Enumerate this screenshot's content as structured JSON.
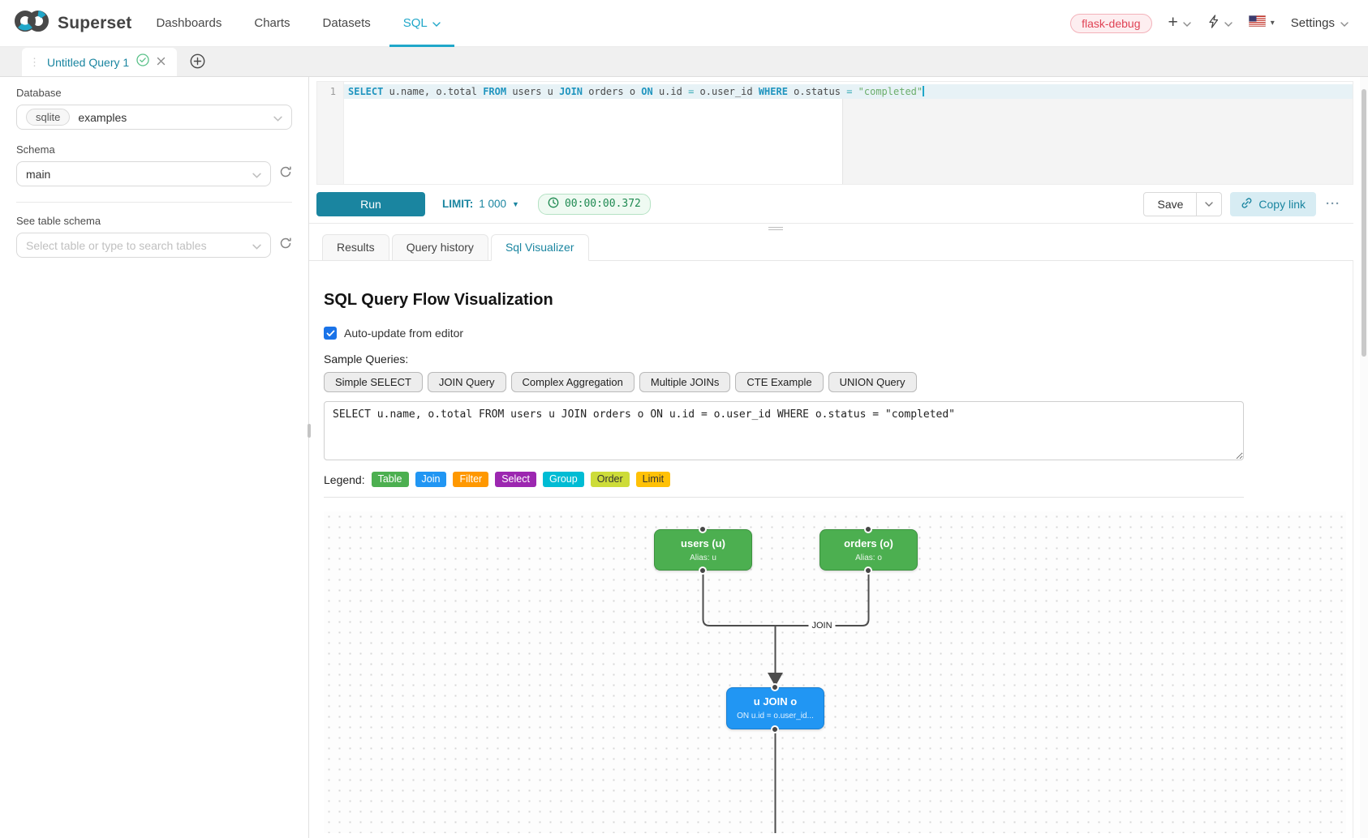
{
  "navbar": {
    "brand": "Superset",
    "items": [
      {
        "label": "Dashboards"
      },
      {
        "label": "Charts"
      },
      {
        "label": "Datasets"
      },
      {
        "label": "SQL"
      }
    ],
    "environment_badge": "flask-debug",
    "settings_label": "Settings"
  },
  "tabs_strip": {
    "active_tab": "Untitled Query 1"
  },
  "sidebar": {
    "database_label": "Database",
    "database_engine": "sqlite",
    "database_value": "examples",
    "schema_label": "Schema",
    "schema_value": "main",
    "table_label": "See table schema",
    "table_placeholder": "Select table or type to search tables"
  },
  "editor": {
    "line_number": "1",
    "tokens": [
      {
        "text": "SELECT",
        "type": "kw"
      },
      {
        "text": " u.name, o.total ",
        "type": "plain"
      },
      {
        "text": "FROM",
        "type": "kw"
      },
      {
        "text": " users u ",
        "type": "plain"
      },
      {
        "text": "JOIN",
        "type": "kw"
      },
      {
        "text": " orders o ",
        "type": "plain"
      },
      {
        "text": "ON",
        "type": "kw"
      },
      {
        "text": " u.id ",
        "type": "plain"
      },
      {
        "text": "=",
        "type": "op"
      },
      {
        "text": " o.user_id ",
        "type": "plain"
      },
      {
        "text": "WHERE",
        "type": "kw"
      },
      {
        "text": " o.status ",
        "type": "plain"
      },
      {
        "text": "=",
        "type": "op"
      },
      {
        "text": " ",
        "type": "plain"
      },
      {
        "text": "\"completed\"",
        "type": "str"
      }
    ]
  },
  "toolbar": {
    "run_label": "Run",
    "limit_label": "LIMIT:",
    "limit_value": "1 000",
    "timer": "00:00:00.372",
    "save_label": "Save",
    "copy_link_label": "Copy link",
    "more_label": "···"
  },
  "south_tabs": [
    {
      "label": "Results"
    },
    {
      "label": "Query history"
    },
    {
      "label": "Sql Visualizer"
    }
  ],
  "viz": {
    "title": "SQL Query Flow Visualization",
    "auto_update_label": "Auto-update from editor",
    "samples_label": "Sample Queries:",
    "samples": [
      "Simple SELECT",
      "JOIN Query",
      "Complex Aggregation",
      "Multiple JOINs",
      "CTE Example",
      "UNION Query"
    ],
    "query_text": "SELECT u.name, o.total FROM users u JOIN orders o ON u.id = o.user_id WHERE o.status = \"completed\"",
    "legend_label": "Legend:",
    "legend": [
      {
        "label": "Table",
        "color": "#4caf50"
      },
      {
        "label": "Join",
        "color": "#2196f3"
      },
      {
        "label": "Filter",
        "color": "#ff9800"
      },
      {
        "label": "Select",
        "color": "#9c27b0"
      },
      {
        "label": "Group",
        "color": "#00bcd4"
      },
      {
        "label": "Order",
        "color": "#cddc39"
      },
      {
        "label": "Limit",
        "color": "#ffc107"
      }
    ],
    "flow": {
      "edge_label": "JOIN",
      "nodes": [
        {
          "title": "users (u)",
          "subtitle": "Alias: u"
        },
        {
          "title": "orders (o)",
          "subtitle": "Alias: o"
        },
        {
          "title": "u JOIN o",
          "subtitle": "ON u.id = o.user_id..."
        }
      ]
    }
  },
  "colors": {
    "accent_teal": "#20a7c9",
    "primary_dark_teal": "#1a85a0",
    "success_green": "#5ac189",
    "badge_red": "#e04355",
    "node_table_green": "#4caf50",
    "node_join_blue": "#2196f3",
    "timer_green": "#1f8a52",
    "checkbox_blue": "#1a73e8"
  }
}
